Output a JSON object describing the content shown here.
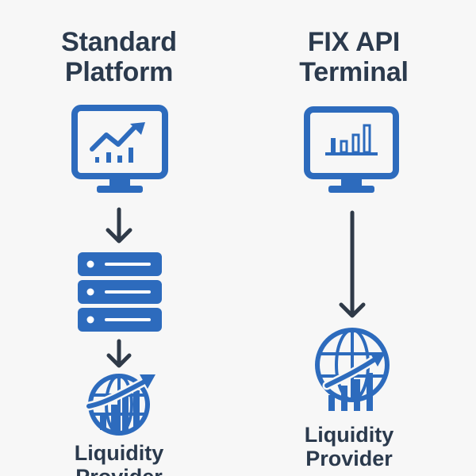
{
  "columns": {
    "left": {
      "title_line1": "Standard",
      "title_line2": "Platform",
      "caption_line1": "Liquidity",
      "caption_line2": "Provider"
    },
    "right": {
      "title_line1": "FIX API",
      "title_line2": "Terminal",
      "caption_line1": "Liquidity",
      "caption_line2": "Provider"
    }
  },
  "icons": {
    "left_top": "monitor-line-chart-icon",
    "left_middle": "server-stack-icon",
    "left_bottom": "globe-growth-chart-icon",
    "right_top": "monitor-bar-chart-icon",
    "right_bottom": "globe-growth-chart-icon"
  },
  "colors": {
    "accent_blue": "#2d6bbd",
    "text_dark": "#2b3a4d",
    "arrow_dark": "#2f3a48",
    "background": "#f7f7f7"
  }
}
